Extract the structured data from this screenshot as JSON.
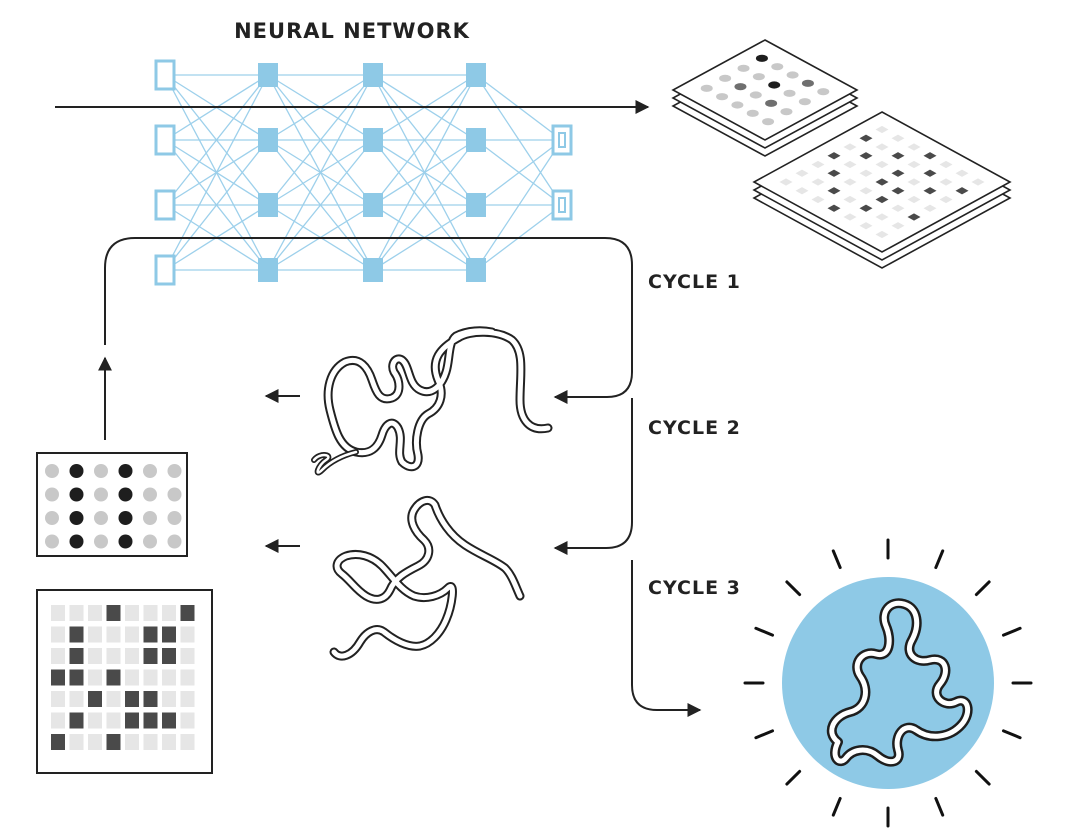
{
  "title": "NEURAL NETWORK",
  "cycles": [
    {
      "label": "CYCLE 1"
    },
    {
      "label": "CYCLE 2"
    },
    {
      "label": "CYCLE 3"
    }
  ],
  "colors": {
    "ink": "#222222",
    "node_blue": "#8ec9e6",
    "edge_blue": "#9dd0eb",
    "glow_blue": "#8ec9e6",
    "dot_black": "#1e1e1e",
    "dot_grey": "#c8c8c8",
    "cell_dark": "#4a4a4a",
    "cell_light": "#e6e6e6"
  },
  "network": {
    "layer_sizes": [
      4,
      4,
      4,
      4,
      2
    ]
  },
  "inputs": {
    "dot_pattern": [
      [
        0,
        1,
        0,
        1,
        0,
        0
      ],
      [
        0,
        1,
        0,
        1,
        0,
        0
      ],
      [
        0,
        1,
        0,
        1,
        0,
        0
      ],
      [
        0,
        1,
        0,
        1,
        0,
        0
      ]
    ],
    "grid_pattern": [
      [
        0,
        0,
        0,
        1,
        0,
        0,
        0,
        1
      ],
      [
        0,
        1,
        0,
        0,
        0,
        1,
        1,
        0
      ],
      [
        0,
        1,
        0,
        0,
        0,
        1,
        1,
        0
      ],
      [
        1,
        1,
        0,
        1,
        0,
        0,
        0,
        0
      ],
      [
        0,
        0,
        1,
        0,
        1,
        1,
        0,
        0
      ],
      [
        0,
        1,
        0,
        0,
        1,
        1,
        1,
        0
      ],
      [
        1,
        0,
        0,
        1,
        0,
        0,
        0,
        0
      ]
    ]
  },
  "outputs": {
    "dot_pattern": [
      [
        1,
        0,
        0,
        2,
        0
      ],
      [
        0,
        0,
        1,
        0,
        0
      ],
      [
        0,
        2,
        0,
        2,
        0
      ],
      [
        0,
        0,
        0,
        0,
        0
      ]
    ],
    "grid_pattern": [
      [
        0,
        0,
        0,
        1,
        0,
        0,
        0
      ],
      [
        1,
        0,
        1,
        0,
        1,
        0,
        1
      ],
      [
        0,
        1,
        0,
        1,
        0,
        1,
        0
      ],
      [
        1,
        0,
        0,
        1,
        1,
        0,
        0
      ],
      [
        0,
        1,
        0,
        0,
        1,
        0,
        1
      ],
      [
        0,
        0,
        1,
        0,
        1,
        0,
        0
      ],
      [
        0,
        0,
        0,
        1,
        0,
        0,
        0
      ]
    ]
  }
}
